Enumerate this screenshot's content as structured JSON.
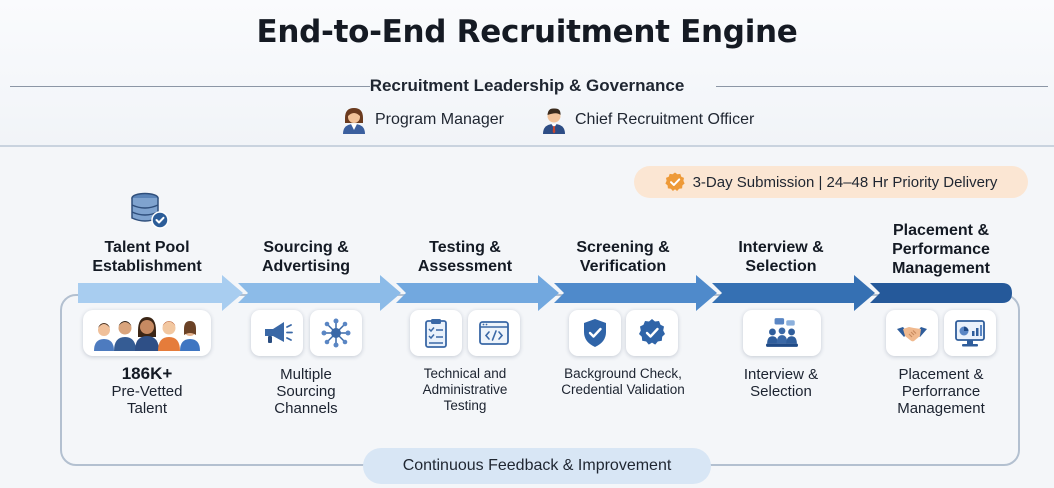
{
  "title": "End-to-End Recruitment Engine",
  "governance": {
    "title": "Recruitment Leadership & Governance",
    "roles": [
      "Program Manager",
      "Chief Recruitment Officer"
    ]
  },
  "badge": {
    "text": "3-Day Submission | 24–48 Hr Priority Delivery"
  },
  "stages": [
    {
      "title_line1": "Talent Pool",
      "title_line2": "Establishment",
      "stat": "186K+",
      "label_line1": "Pre-Vetted",
      "label_line2": "Talent"
    },
    {
      "title_line1": "Sourcing &",
      "title_line2": "Advertising",
      "label_line1": "Multiple",
      "label_line2": "Sourcing",
      "label_line3": "Channels"
    },
    {
      "title_line1": "Testing &",
      "title_line2": "Assessment",
      "label_line1": "Technical and",
      "label_line2": "Administrative",
      "label_line3": "Testing"
    },
    {
      "title_line1": "Screening &",
      "title_line2": "Verification",
      "label_line1": "Background Check,",
      "label_line2": "Credential Validation"
    },
    {
      "title_line1": "Interview &",
      "title_line2": "Selection",
      "label_line1": "Interview &",
      "label_line2": "Selection"
    },
    {
      "title_line1": "Placement &",
      "title_line2": "Performance",
      "title_line3": "Management",
      "label_line1": "Placement &",
      "label_line2": "Perforrance",
      "label_line3": "Management"
    }
  ],
  "feedback": "Continuous Feedback & Improvement",
  "colors": {
    "arrow_shades": [
      "#a8cdf0",
      "#8cbbe8",
      "#72a8df",
      "#4f8acb",
      "#3570b3",
      "#25599a"
    ],
    "badge_bg": "#fbe6d3",
    "badge_seal": "#ee9a38",
    "pill_bg": "#d8e6f5"
  }
}
